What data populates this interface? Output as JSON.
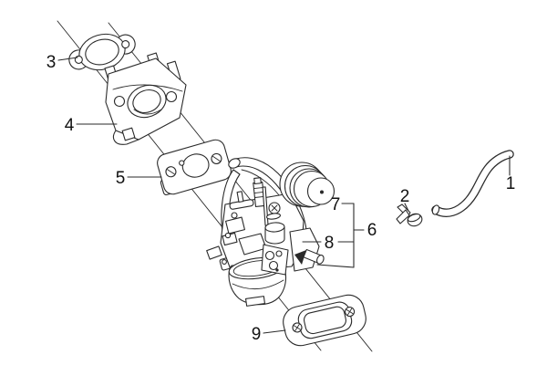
{
  "figure": {
    "kind": "exploded-parts-diagram",
    "background": "#ffffff",
    "line_color": "#2a2a2a",
    "label_color": "#111111"
  },
  "labels": {
    "l1": "1",
    "l2": "2",
    "l3": "3",
    "l4": "4",
    "l5": "5",
    "l6": "6",
    "l7": "7",
    "l8": "8",
    "l9": "9"
  }
}
